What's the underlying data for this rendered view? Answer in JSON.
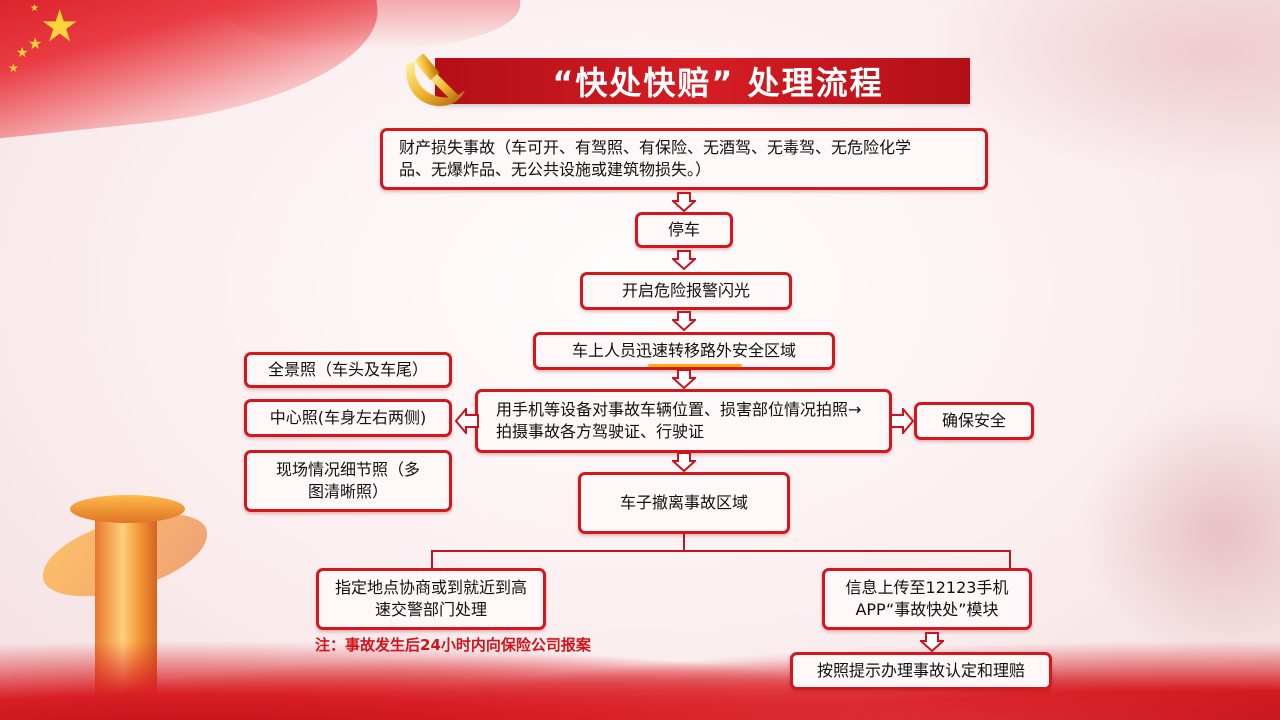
{
  "title": "“快处快赔” 处理流程",
  "steps": {
    "property_damage": "财产损失事故（车可开、有驾照、有保险、无酒驾、无毒驾、无危险化学品、无爆炸品、无公共设施或建筑物损失。）",
    "stop": "停车",
    "hazard_lights": "开启危险报警闪光",
    "evacuate": "车上人员迅速转移路外安全区域",
    "photograph": "用手机等设备对事故车辆位置、损害部位情况拍照→拍摄事故各方驾驶证、行驶证",
    "move_vehicle": "车子撤离事故区域",
    "negotiate": "指定地点协商或到就近到高速交警部门处理",
    "upload": "信息上传至12123手机APP“事故快处”模块",
    "follow_prompts": "按照提示办理事故认定和理赔"
  },
  "photo_types": {
    "panorama": "全景照（车头及车尾）",
    "center": "中心照(车身左右两侧)",
    "detail": "现场情况细节照（多图清晰照）"
  },
  "side_note": "确保安全",
  "footnote": "注：事故发生后24小时内向保险公司报案",
  "colors": {
    "accent_red": "#d4161e",
    "title_bar": "#c0141b",
    "box_fill": "#fff8f8",
    "note_red": "#d3121a"
  },
  "icons": [
    "party-emblem-icon",
    "star-icon"
  ]
}
